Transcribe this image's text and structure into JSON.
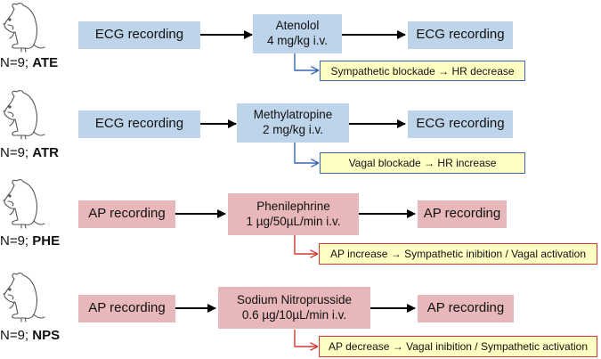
{
  "groups": [
    {
      "label_prefix": "N=9; ",
      "label_code": "ATE",
      "recording": "ECG recording",
      "drug_name": "Atenolol",
      "drug_dose": "4 mg/kg i.v.",
      "recording_after": "ECG recording",
      "effect": "Sympathetic blockade → HR decrease",
      "theme": "blue"
    },
    {
      "label_prefix": "N=9; ",
      "label_code": "ATR",
      "recording": "ECG recording",
      "drug_name": "Methylatropine",
      "drug_dose": "2 mg/kg i.v.",
      "recording_after": "ECG recording",
      "effect": "Vagal blockade → HR increase",
      "theme": "blue"
    },
    {
      "label_prefix": "N=9; ",
      "label_code": "PHE",
      "recording": "AP recording",
      "drug_name": "Phenilephrine",
      "drug_dose": "1 µg/50µL/min i.v.",
      "recording_after": "AP recording",
      "effect": "AP increase → Sympathetic inibition / Vagal activation",
      "theme": "pink"
    },
    {
      "label_prefix": "N=9; ",
      "label_code": "NPS",
      "recording": "AP recording",
      "drug_name": "Sodium Nitroprusside",
      "drug_dose": "0.6 µg/10µL/min i.v.",
      "recording_after": "AP recording",
      "effect": "AP decrease → Vagal inibition / Sympathetic activation",
      "theme": "pink"
    }
  ],
  "colors": {
    "blue_box": "#bdd4ea",
    "pink_box": "#e7b7b9",
    "note_fill": "#ffffc4",
    "blue_connector": "#3a66b5",
    "red_connector": "#d23a33"
  },
  "icons": [
    "rat-icon",
    "arrow-right-icon"
  ]
}
